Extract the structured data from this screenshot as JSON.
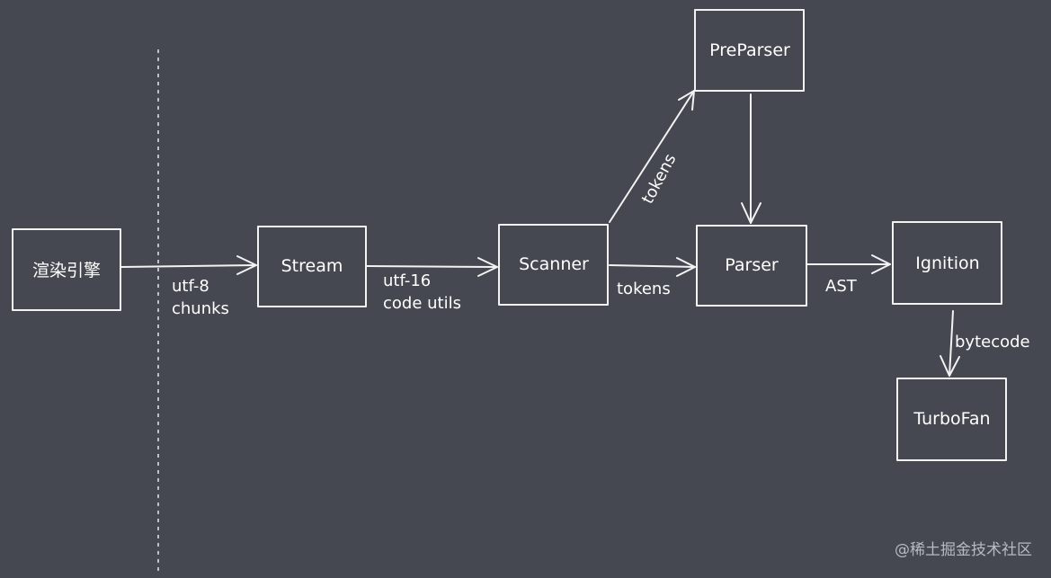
{
  "nodes": {
    "render_engine": "渲染引擎",
    "stream": "Stream",
    "scanner": "Scanner",
    "preparser": "PreParser",
    "parser": "Parser",
    "ignition": "Ignition",
    "turbofan": "TurboFan"
  },
  "edges": {
    "render_to_stream": [
      "utf-8",
      "chunks"
    ],
    "stream_to_scanner": [
      "utf-16",
      "code utils"
    ],
    "scanner_to_preparser": "tokens",
    "scanner_to_parser": "tokens",
    "parser_to_ignition": "AST",
    "ignition_to_turbofan": "bytecode"
  },
  "watermark": "@稀土掘金技术社区",
  "colors": {
    "background": "#454850",
    "stroke": "#f2f2f2",
    "text": "#ffffff"
  }
}
